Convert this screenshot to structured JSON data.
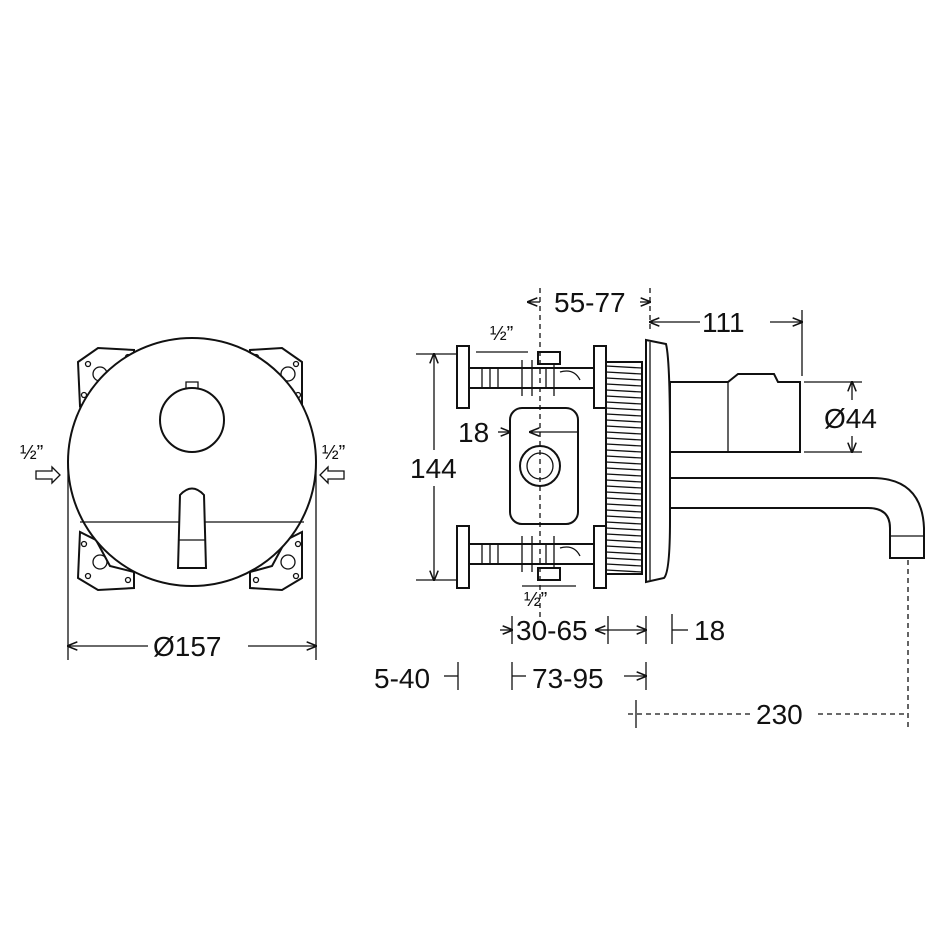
{
  "front_view": {
    "diameter_label": "Ø157",
    "left_inlet_label": "½”",
    "right_inlet_label": "½”"
  },
  "side_view": {
    "dim_55_77": "55-77",
    "dim_111": "111",
    "top_inlet_label": "½”",
    "dim_18_left": "18",
    "dim_144": "144",
    "dim_44": "Ø44",
    "bottom_inlet_label": "½”",
    "dim_30_65": "30-65",
    "dim_18_bottom": "18",
    "dim_5_40": "5-40",
    "dim_73_95": "73-95",
    "dim_230": "230"
  }
}
